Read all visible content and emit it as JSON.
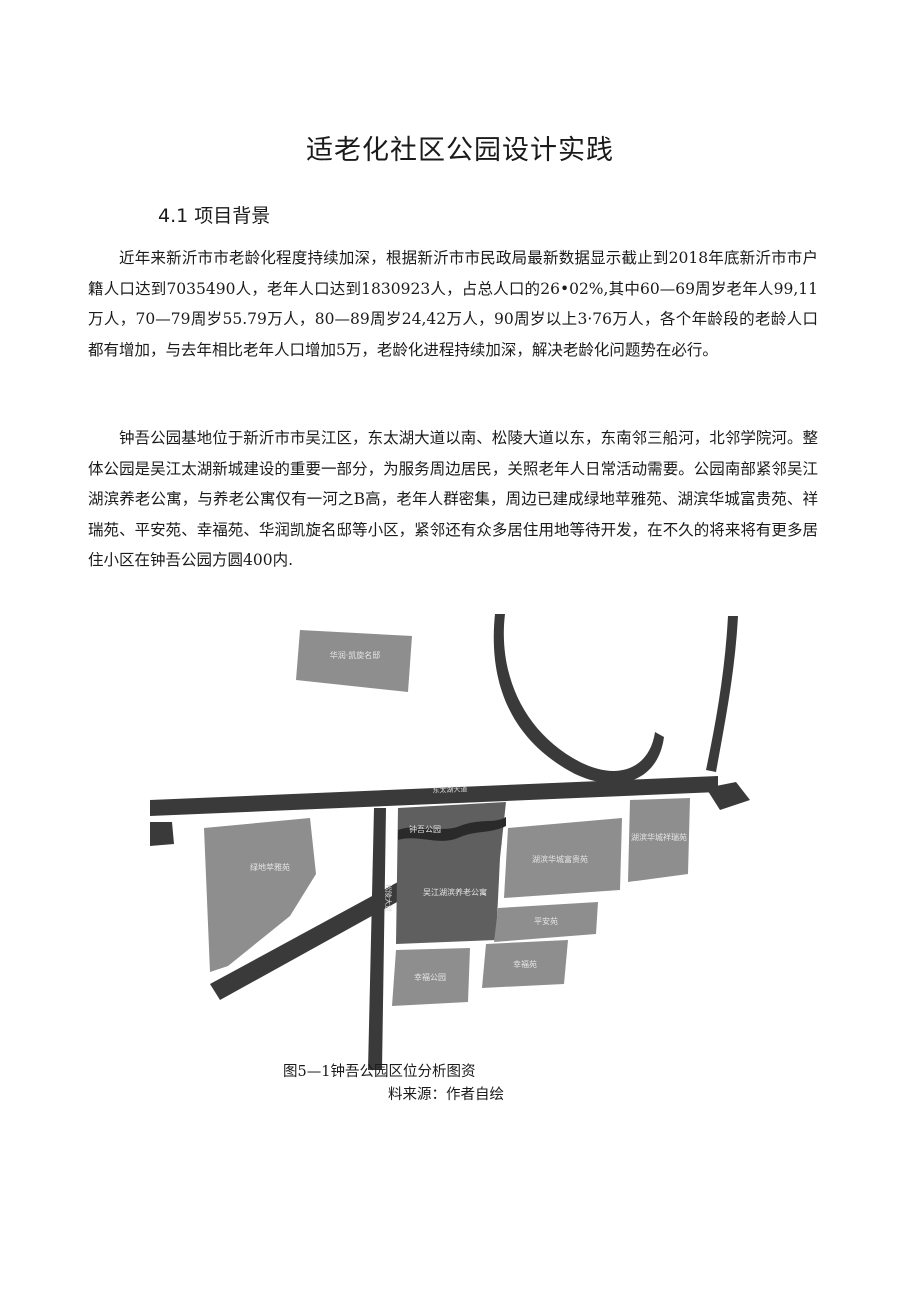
{
  "document": {
    "title": "适老化社区公园设计实践",
    "section_heading": "4.1 项目背景",
    "paragraphs": [
      "近年来新沂市市老龄化程度持续加深，根据新沂市市民政局最新数据显示截止到2018年底新沂市市户籍人口达到7035490人，老年人口达到1830923人，占总人口的26•02%,其中60—69周岁老年人99,11万人，70—79周岁55.79万人，80—89周岁24,42万人，90周岁以上3·76万人，各个年龄段的老龄人口都有增加，与去年相比老年人口增加5万，老龄化进程持续加深，解决老龄化问题势在必行。",
      "钟吾公园基地位于新沂市市吴江区，东太湖大道以南、松陵大道以东，东南邻三船河，北邻学院河。整体公园是吴江太湖新城建设的重要一部分，为服务周边居民，关照老年人日常活动需要。公园南部紧邻吴江湖滨养老公寓，与养老公寓仅有一河之B高，老年人群密集，周边已建成绿地苹雅苑、湖滨华城富贵苑、祥瑞苑、平安苑、幸福苑、华润凯旋名邸等小区，紧邻还有众多居住用地等待开发，在不久的将来将有更多居住小区在钟吾公园方圆400内."
    ]
  },
  "figure": {
    "caption": "图5—1钟吾公园区位分析图资",
    "source": "料来源：作者自绘",
    "map_labels": {
      "top_block": "华润·凯旋名邸",
      "main_road": "东太湖大道",
      "west_block": "绿地苹雅苑",
      "park": "钟吾公园",
      "vertical_road": "松陵大道",
      "elder_apartment": "吴江湖滨养老公寓",
      "east_center_block": "湖滨华城富贵苑",
      "east_block": "湖滨华城祥瑞苑",
      "ping_an": "平安苑",
      "south_left": "幸福公园",
      "south_right": "幸福苑"
    },
    "colors": {
      "road": "#3a3a3a",
      "block": "#8e8e8e",
      "park": "#5f5f5f",
      "label": "#e6e6e6"
    }
  }
}
